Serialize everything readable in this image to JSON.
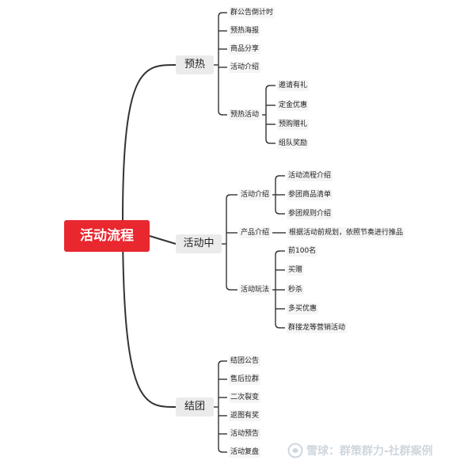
{
  "root": {
    "label": "活动流程",
    "color": "#e8272f"
  },
  "branches": [
    {
      "label": "预热",
      "children": [
        {
          "label": "群公告倒计时"
        },
        {
          "label": "预热海报"
        },
        {
          "label": "商品分享"
        },
        {
          "label": "活动介绍"
        },
        {
          "label": "预热活动",
          "children": [
            {
              "label": "邀请有礼"
            },
            {
              "label": "定金优惠"
            },
            {
              "label": "预购赠礼"
            },
            {
              "label": "组队奖励"
            }
          ]
        }
      ]
    },
    {
      "label": "活动中",
      "children": [
        {
          "label": "活动介绍",
          "children": [
            {
              "label": "活动流程介绍"
            },
            {
              "label": "参团商品清单"
            },
            {
              "label": "参团规则介绍"
            }
          ]
        },
        {
          "label": "产品介绍",
          "children": [
            {
              "label": "根据活动前规划，依照节奏进行推品"
            }
          ]
        },
        {
          "label": "活动玩法",
          "children": [
            {
              "label": "前100名"
            },
            {
              "label": "买赠"
            },
            {
              "label": "秒杀"
            },
            {
              "label": "多买优惠"
            },
            {
              "label": "群接龙等营销活动"
            }
          ]
        }
      ]
    },
    {
      "label": "结团",
      "children": [
        {
          "label": "结团公告"
        },
        {
          "label": "售后拉群"
        },
        {
          "label": "二次裂变"
        },
        {
          "label": "返图有奖"
        },
        {
          "label": "活动预告"
        },
        {
          "label": "活动复盘"
        }
      ]
    }
  ],
  "watermark": {
    "text": "雪球：群策群力-社群案例"
  }
}
